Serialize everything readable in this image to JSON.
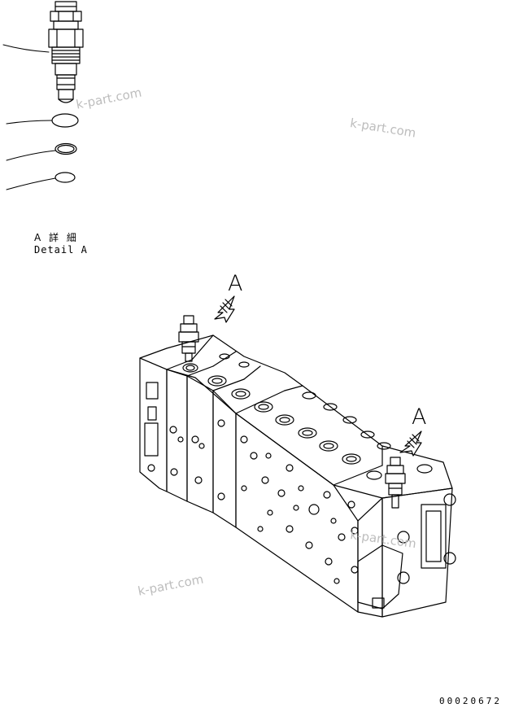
{
  "detail": {
    "label_jp": "A 詳 細",
    "label_en": "Detail A"
  },
  "view_labels": {
    "a_top": "A",
    "a_right": "A"
  },
  "watermark": "k-part.com",
  "drawing_number": "00020672"
}
